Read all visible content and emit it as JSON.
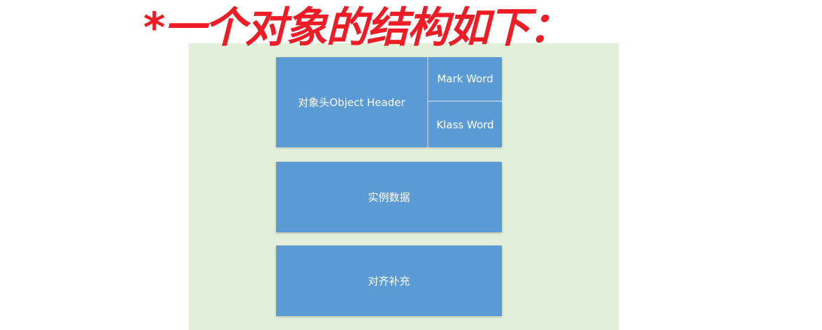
{
  "title": "*一个对象的结构如下：",
  "diagram": {
    "object_header": "对象头Object Header",
    "mark_word": "Mark Word",
    "klass_word": "Klass Word",
    "instance_data": "实例数据",
    "padding": "对齐补充"
  },
  "colors": {
    "title": "#ee1c25",
    "panel_background": "#e2efda",
    "box_fill": "#5b9bd5",
    "box_text": "#ffffff"
  }
}
